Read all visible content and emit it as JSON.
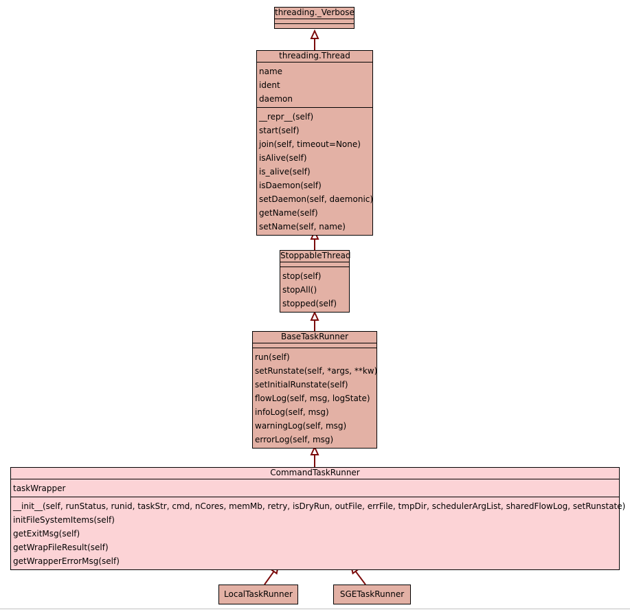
{
  "colors": {
    "dark_box": "#e3b1a5",
    "light_box": "#fcd3d6",
    "edge": "#7a0a0a"
  },
  "classes": [
    {
      "id": "verbose",
      "name": "threading._Verbose",
      "style": "dark",
      "attributes": [],
      "methods": []
    },
    {
      "id": "thread",
      "name": "threading.Thread",
      "style": "dark",
      "attributes": [
        "name",
        "ident",
        "daemon"
      ],
      "methods": [
        "__repr__(self)",
        "start(self)",
        "join(self, timeout=None)",
        "isAlive(self)",
        "is_alive(self)",
        "isDaemon(self)",
        "setDaemon(self, daemonic)",
        "getName(self)",
        "setName(self, name)"
      ]
    },
    {
      "id": "stoppable",
      "name": "StoppableThread",
      "style": "dark",
      "attributes": [],
      "methods": [
        "stop(self)",
        "stopAll()",
        "stopped(self)"
      ]
    },
    {
      "id": "base",
      "name": "BaseTaskRunner",
      "style": "dark",
      "attributes": [],
      "methods": [
        "run(self)",
        "setRunstate(self, *args, **kw)",
        "setInitialRunstate(self)",
        "flowLog(self, msg, logState)",
        "infoLog(self, msg)",
        "warningLog(self, msg)",
        "errorLog(self, msg)"
      ]
    },
    {
      "id": "command",
      "name": "CommandTaskRunner",
      "style": "light",
      "attributes": [
        "taskWrapper"
      ],
      "methods": [
        "__init__(self, runStatus, runid, taskStr, cmd, nCores, memMb, retry, isDryRun, outFile, errFile, tmpDir, schedulerArgList, sharedFlowLog, setRunstate)",
        "initFileSystemItems(self)",
        "getExitMsg(self)",
        "getWrapFileResult(self)",
        "getWrapperErrorMsg(self)"
      ]
    },
    {
      "id": "local",
      "name": "LocalTaskRunner",
      "style": "dark",
      "attributes": null,
      "methods": null
    },
    {
      "id": "sge",
      "name": "SGETaskRunner",
      "style": "dark",
      "attributes": null,
      "methods": null
    }
  ],
  "edges": [
    {
      "from": "thread",
      "to": "verbose"
    },
    {
      "from": "stoppable",
      "to": "thread"
    },
    {
      "from": "base",
      "to": "stoppable"
    },
    {
      "from": "command",
      "to": "base"
    },
    {
      "from": "local",
      "to": "command"
    },
    {
      "from": "sge",
      "to": "command"
    }
  ]
}
